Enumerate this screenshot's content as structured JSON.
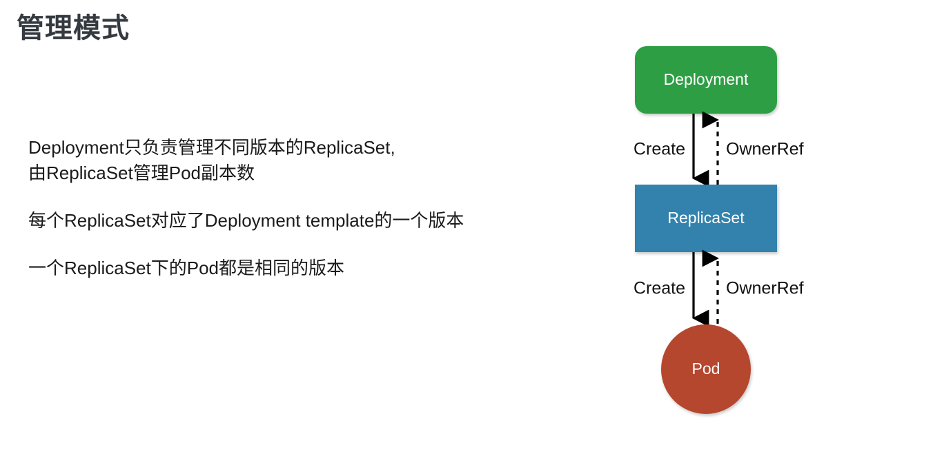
{
  "slide": {
    "title": "管理模式",
    "background_color": "#ffffff",
    "title_color": "#343a40"
  },
  "body": {
    "paragraphs": [
      {
        "id": "p1",
        "lines": [
          "Deployment只负责管理不同版本的ReplicaSet,",
          "由ReplicaSet管理Pod副本数"
        ]
      },
      {
        "id": "p2",
        "lines": [
          "每个ReplicaSet对应了Deployment template的一个版本"
        ]
      },
      {
        "id": "p3",
        "lines": [
          "一个ReplicaSet下的Pod都是相同的版本"
        ]
      }
    ],
    "text_color": "#1a1a1a"
  },
  "diagram": {
    "type": "flow",
    "nodes": [
      {
        "id": "deployment",
        "label": "Deployment",
        "shape": "rounded-rect",
        "color": "#2e9e45",
        "label_color": "#ffffff"
      },
      {
        "id": "replicaset",
        "label": "ReplicaSet",
        "shape": "rect",
        "color": "#3182ad",
        "label_color": "#ffffff"
      },
      {
        "id": "pod",
        "label": "Pod",
        "shape": "circle",
        "color": "#b5462f",
        "label_color": "#ffffff"
      }
    ],
    "edges": [
      {
        "id": "deployment-create-replicaset",
        "label": "Create",
        "from": "deployment",
        "to": "replicaset",
        "style": "solid",
        "direction": "down",
        "label_side": "left"
      },
      {
        "id": "replicaset-ownerref-deployment",
        "label": "OwnerRef",
        "from": "replicaset",
        "to": "deployment",
        "style": "dashed",
        "direction": "up",
        "label_side": "right"
      },
      {
        "id": "replicaset-create-pod",
        "label": "Create",
        "from": "replicaset",
        "to": "pod",
        "style": "solid",
        "direction": "down",
        "label_side": "left"
      },
      {
        "id": "pod-ownerref-replicaset",
        "label": "OwnerRef",
        "from": "pod",
        "to": "replicaset",
        "style": "dashed",
        "direction": "up",
        "label_side": "right"
      }
    ]
  }
}
